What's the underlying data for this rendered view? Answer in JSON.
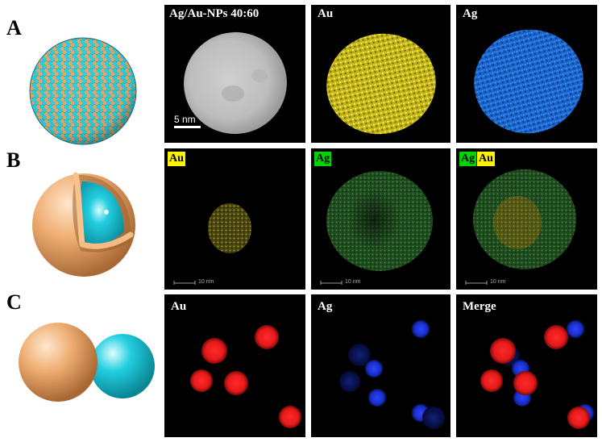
{
  "figure": {
    "rows": [
      {
        "letter": "A",
        "panels": [
          {
            "label": "Ag/Au-NPs 40:60",
            "scale": "5 nm"
          },
          {
            "label": "Au"
          },
          {
            "label": "Ag"
          }
        ]
      },
      {
        "letter": "B",
        "panels": [
          {
            "label": "Au",
            "scale": "10 nm"
          },
          {
            "label": "Ag",
            "scale": "10 nm"
          },
          {
            "label_ag": "Ag",
            "label_au": "Au",
            "scale": "10 nm"
          }
        ]
      },
      {
        "letter": "C",
        "panels": [
          {
            "label": "Au"
          },
          {
            "label": "Ag"
          },
          {
            "label": "Merge"
          }
        ]
      }
    ]
  },
  "colors": {
    "orange": "#E8A66A",
    "cyan": "#1FC9D9",
    "yellow": "#FFF200",
    "green": "#00D400",
    "red": "#FF1E1E",
    "blue": "#1E3CFF"
  }
}
